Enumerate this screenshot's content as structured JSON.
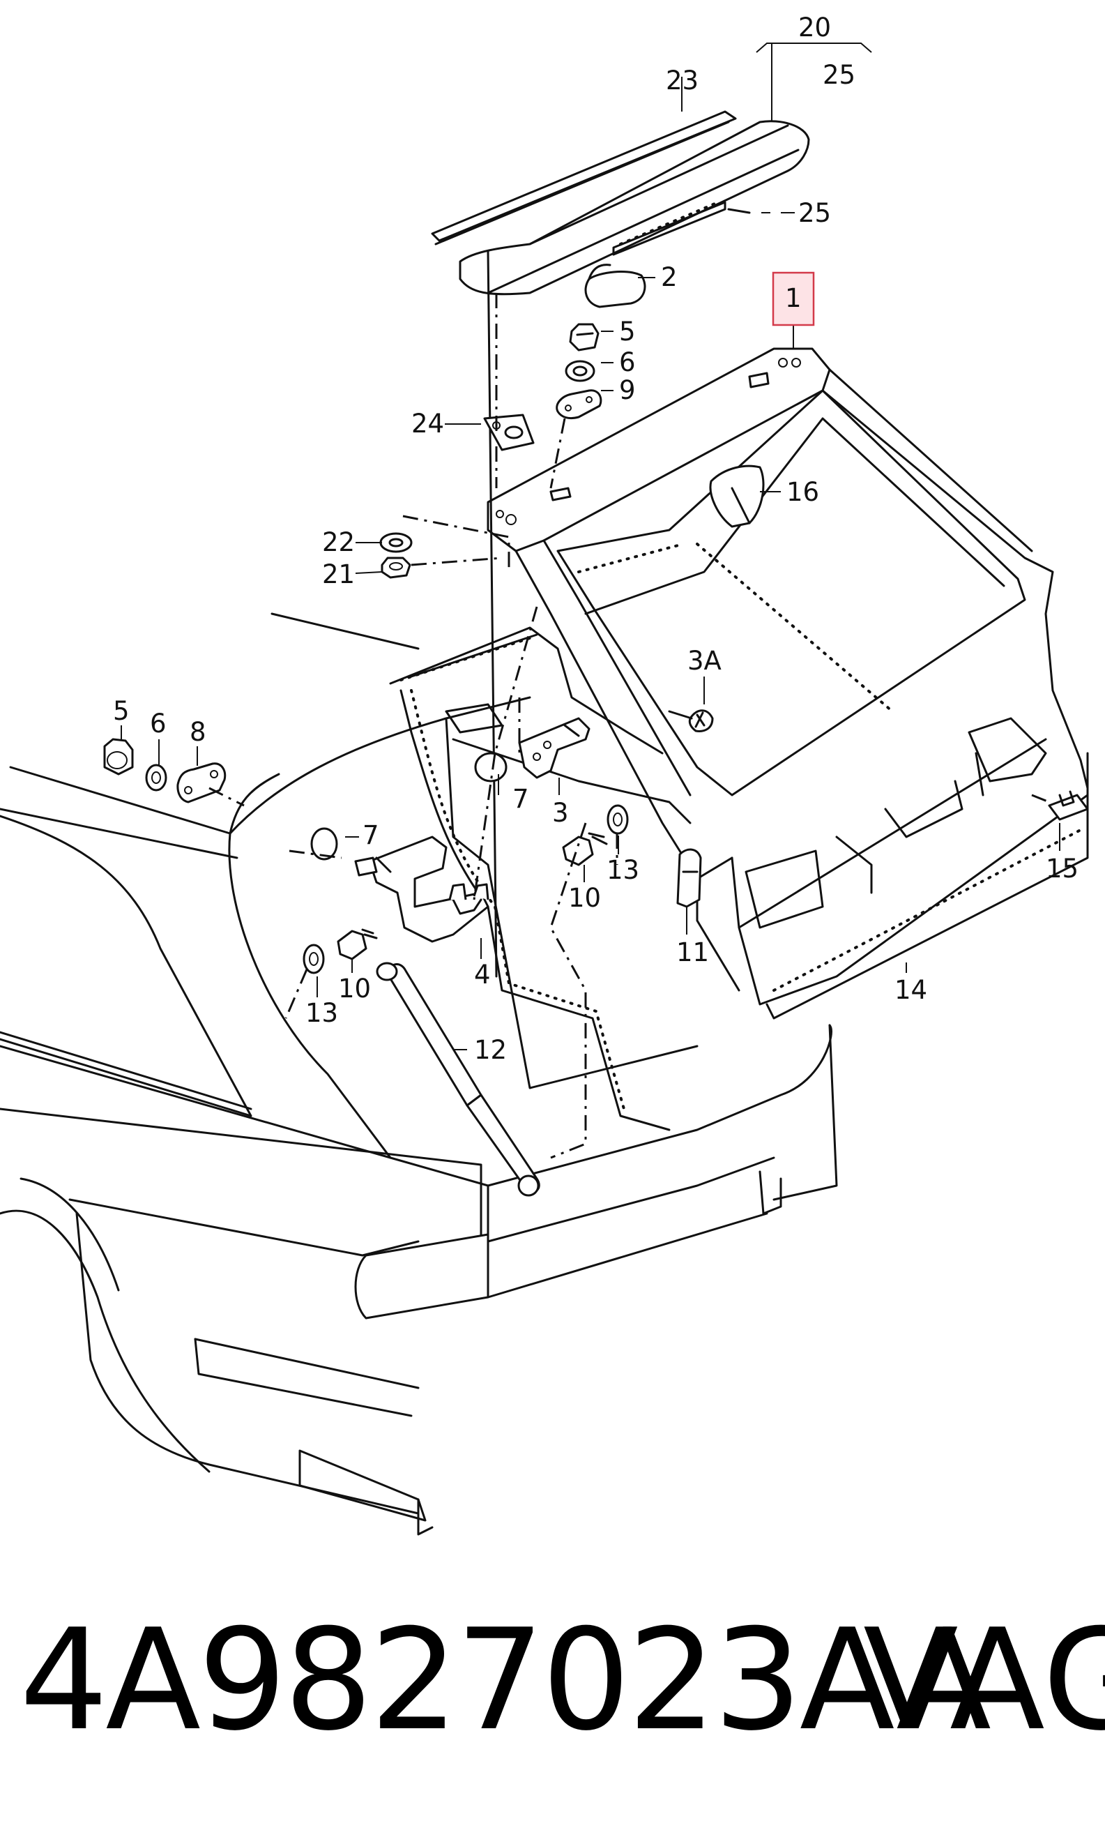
{
  "diagram": {
    "callouts": [
      {
        "id": "c20",
        "text": "20"
      },
      {
        "id": "c25top",
        "text": "25"
      },
      {
        "id": "c23",
        "text": "23"
      },
      {
        "id": "c25",
        "text": "25"
      },
      {
        "id": "c2",
        "text": "2"
      },
      {
        "id": "c1",
        "text": "1",
        "highlighted": true
      },
      {
        "id": "c5a",
        "text": "5"
      },
      {
        "id": "c6a",
        "text": "6"
      },
      {
        "id": "c9",
        "text": "9"
      },
      {
        "id": "c24",
        "text": "24"
      },
      {
        "id": "c16",
        "text": "16"
      },
      {
        "id": "c22",
        "text": "22"
      },
      {
        "id": "c21",
        "text": "21"
      },
      {
        "id": "c3A",
        "text": "3A"
      },
      {
        "id": "c5b",
        "text": "5"
      },
      {
        "id": "c6b",
        "text": "6"
      },
      {
        "id": "c8",
        "text": "8"
      },
      {
        "id": "c7a",
        "text": "7"
      },
      {
        "id": "c7b",
        "text": "7"
      },
      {
        "id": "c3",
        "text": "3"
      },
      {
        "id": "c13a",
        "text": "13"
      },
      {
        "id": "c10a",
        "text": "10"
      },
      {
        "id": "c11",
        "text": "11"
      },
      {
        "id": "c14",
        "text": "14"
      },
      {
        "id": "c15",
        "text": "15"
      },
      {
        "id": "c4",
        "text": "4"
      },
      {
        "id": "c10b",
        "text": "10"
      },
      {
        "id": "c13b",
        "text": "13"
      },
      {
        "id": "c12",
        "text": "12"
      }
    ],
    "highlight_color": "#d33a4a",
    "highlight_fill": "#fde3e6",
    "line_color": "#111111"
  },
  "footer": {
    "part_number": "4A9827023AA",
    "brand": "VAG"
  }
}
